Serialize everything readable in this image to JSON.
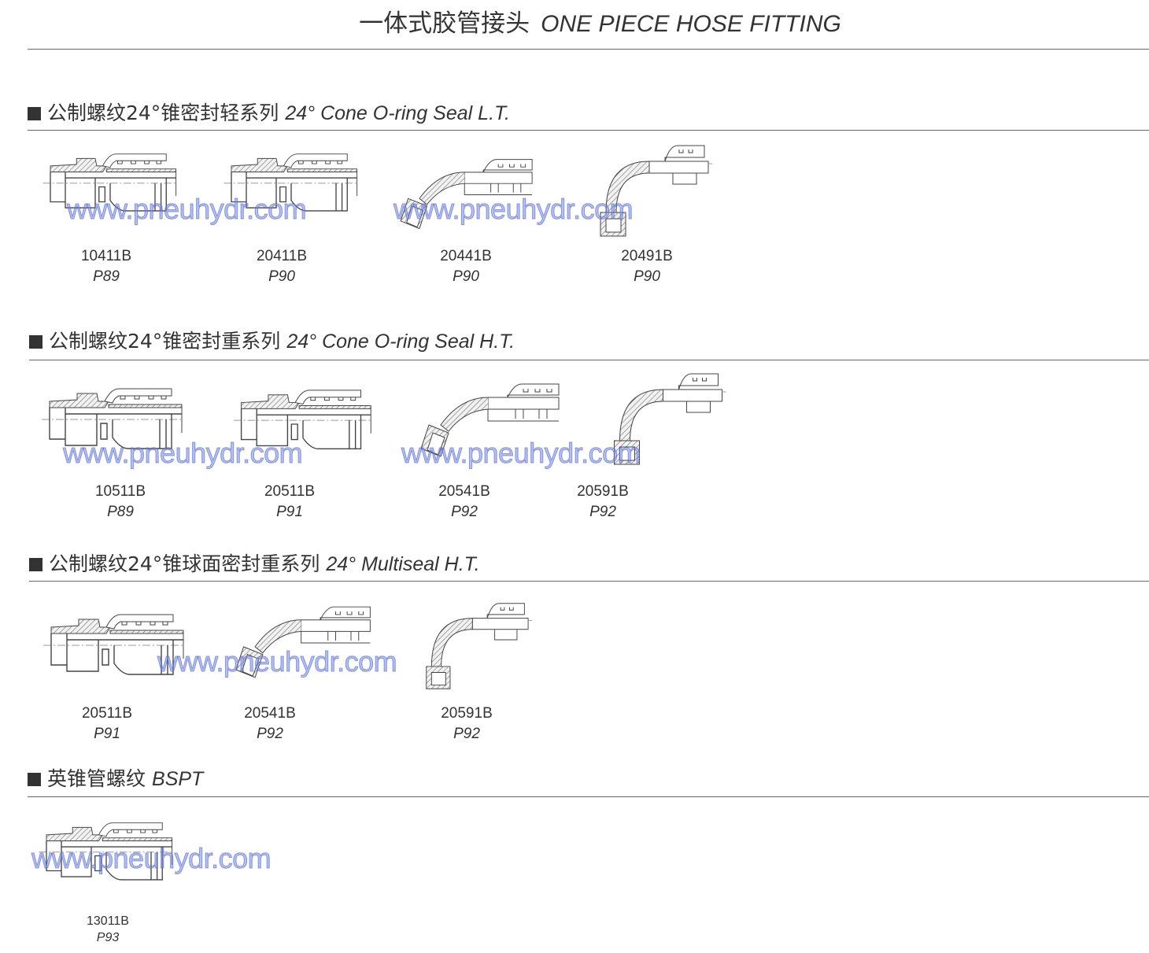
{
  "title": {
    "cn": "一体式胶管接头",
    "en": "ONE PIECE HOSE FITTING"
  },
  "watermark": "www.pneuhydr.com",
  "sections": [
    {
      "cn": "公制螺纹24°锥密封轻系列",
      "en": "24° Cone O-ring Seal L.T.",
      "items": [
        {
          "code": "10411B",
          "page": "P89"
        },
        {
          "code": "20411B",
          "page": "P90"
        },
        {
          "code": "20441B",
          "page": "P90"
        },
        {
          "code": "20491B",
          "page": "P90"
        }
      ]
    },
    {
      "cn": "公制螺纹24°锥密封重系列",
      "en": "24° Cone O-ring Seal H.T.",
      "items": [
        {
          "code": "10511B",
          "page": "P89"
        },
        {
          "code": "20511B",
          "page": "P91"
        },
        {
          "code": "20541B",
          "page": "P92"
        },
        {
          "code": "20591B",
          "page": "P92"
        }
      ]
    },
    {
      "cn": "公制螺纹24°锥球面密封重系列",
      "en": "24° Multiseal H.T.",
      "items": [
        {
          "code": "20511B",
          "page": "P91"
        },
        {
          "code": "20541B",
          "page": "P92"
        },
        {
          "code": "20591B",
          "page": "P92"
        }
      ]
    },
    {
      "cn": "英锥管螺纹",
      "en": "BSPT",
      "items": [
        {
          "code": "13011B",
          "page": "P93"
        }
      ]
    }
  ]
}
